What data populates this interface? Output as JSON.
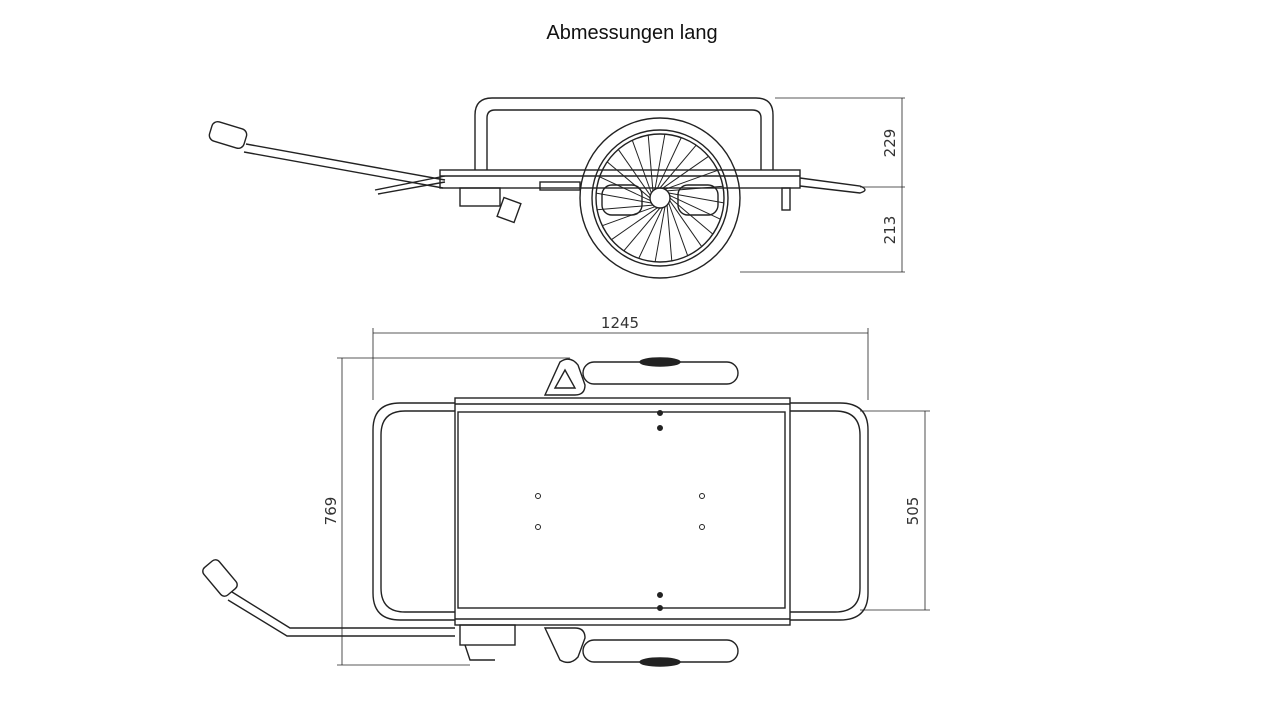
{
  "title": "Abmessungen lang",
  "dimensions": {
    "upper_height": "229",
    "lower_height": "213",
    "length": "1245",
    "overall_width": "769",
    "inner_width": "505"
  }
}
